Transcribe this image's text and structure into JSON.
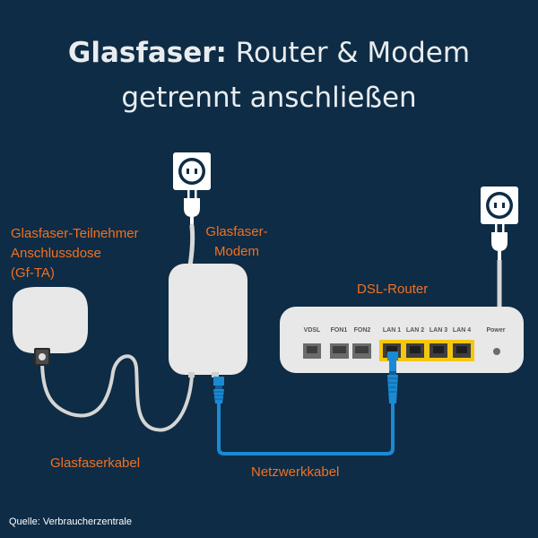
{
  "title": {
    "bold": "Glasfaser:",
    "rest": "Router & Modem",
    "line2": "getrennt anschließen"
  },
  "labels": {
    "gfta_line1": "Glasfaser-Teilnehmer",
    "gfta_line2": "Anschlussdose",
    "gfta_line3": "(Gf-TA)",
    "modem_line1": "Glasfaser-",
    "modem_line2": "Modem",
    "router": "DSL-Router",
    "fiber_cable": "Glasfaserkabel",
    "network_cable": "Netzwerkkabel"
  },
  "ports": {
    "vdsl": "VDSL",
    "fon1": "FON1",
    "fon2": "FON2",
    "lan1": "LAN 1",
    "lan2": "LAN 2",
    "lan3": "LAN 3",
    "lan4": "LAN 4",
    "power": "Power"
  },
  "source": "Quelle: Verbraucherzentrale",
  "colors": {
    "background": "#0e2c45",
    "accent_orange": "#f37021",
    "device_fill": "#e8e8e8",
    "lan_yellow": "#f5c60f",
    "network_blue": "#1a8ad4"
  }
}
